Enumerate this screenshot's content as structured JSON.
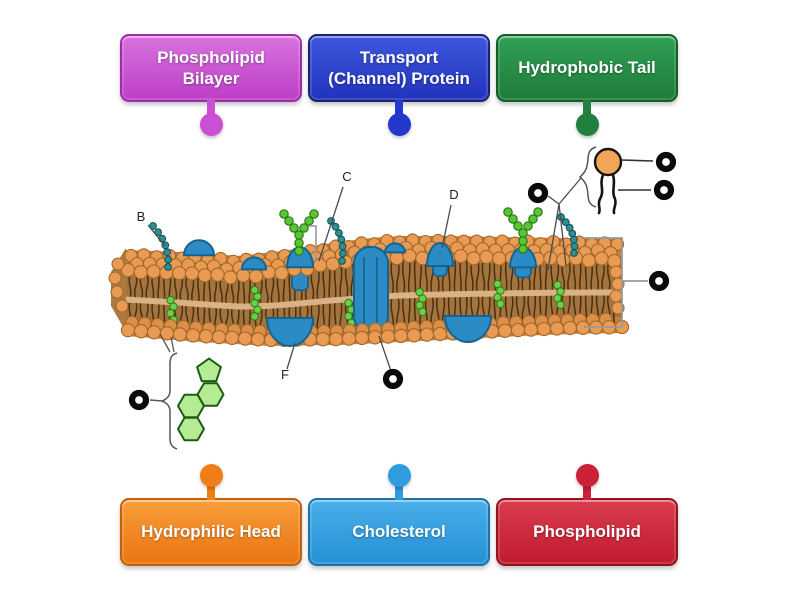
{
  "labels": {
    "top": [
      {
        "text": "Phospholipid Bilayer",
        "color_top": "#d873dd",
        "color_bottom": "#bc3ec6",
        "border": "#a12cab",
        "pin": "#cb4fd3"
      },
      {
        "text": "Transport (Channel) Protein",
        "color_top": "#3d57db",
        "color_bottom": "#2133bd",
        "border": "#19246f",
        "pin": "#2437cf"
      },
      {
        "text": "Hydrophobic Tail",
        "color_top": "#31a055",
        "color_bottom": "#1d7c39",
        "border": "#155d2b",
        "pin": "#218040"
      }
    ],
    "bottom": [
      {
        "text": "Hydrophilic Head",
        "color_top": "#f89e3d",
        "color_bottom": "#e97410",
        "border": "#c4600b",
        "pin": "#f07d15"
      },
      {
        "text": "Cholesterol",
        "color_top": "#4aaee9",
        "color_bottom": "#2590d5",
        "border": "#1b73ae",
        "pin": "#2f9cdf"
      },
      {
        "text": "Phospholipid",
        "color_top": "#d93c4e",
        "color_bottom": "#c01b2e",
        "border": "#94131f",
        "pin": "#cc2137"
      }
    ]
  },
  "diagram": {
    "letters": [
      "B",
      "C",
      "D",
      "F"
    ],
    "targets": [
      {
        "name": "target-near-phospholipid-inset"
      },
      {
        "name": "target-hydrophilic-head-of-inset"
      },
      {
        "name": "target-hydrophobic-tails-of-inset"
      },
      {
        "name": "target-membrane-bilayer-bracket"
      },
      {
        "name": "target-cholesterol-molecule"
      },
      {
        "name": "target-channel-protein"
      }
    ],
    "palette": {
      "head_orange": "#e99b53",
      "tail_brown": "#42280a",
      "protein_blue": "#2b8cc5",
      "glyco_teal": "#2f8e92",
      "glyco_green": "#58c636",
      "cholesterol_bead_green": "#6ccf4a",
      "cholesterol_ring_green": "#b5eb92",
      "ring_black": "#0a0a0a"
    }
  }
}
